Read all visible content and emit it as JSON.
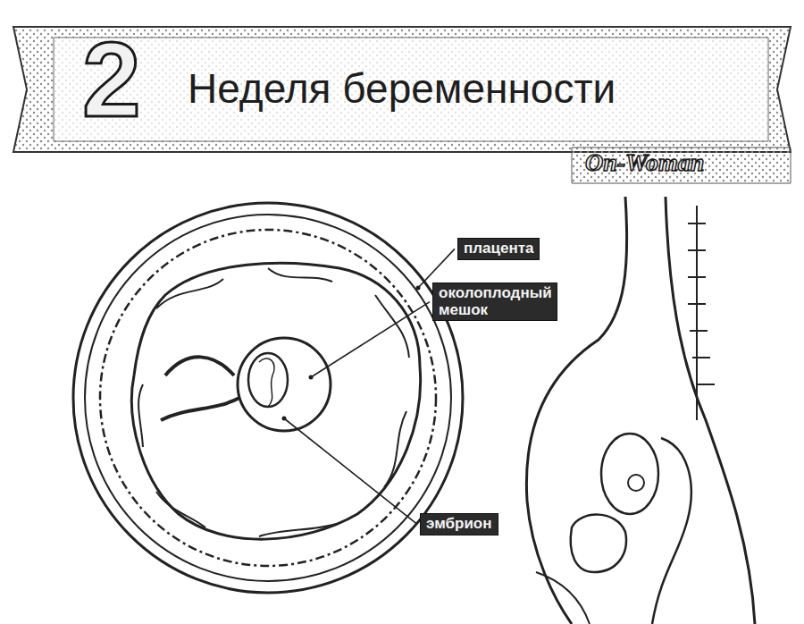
{
  "diagram": {
    "title": "Неделя беременности",
    "nodes": [
      {
        "text": [
          "плацента"
        ]
      },
      {
        "text": [
          "околоплодный мешок"
        ]
      },
      {
        "text": [
          "эмбрион"
        ]
      }
    ],
    "labels": [
      "2",
      "On-Woman"
    ]
  }
}
